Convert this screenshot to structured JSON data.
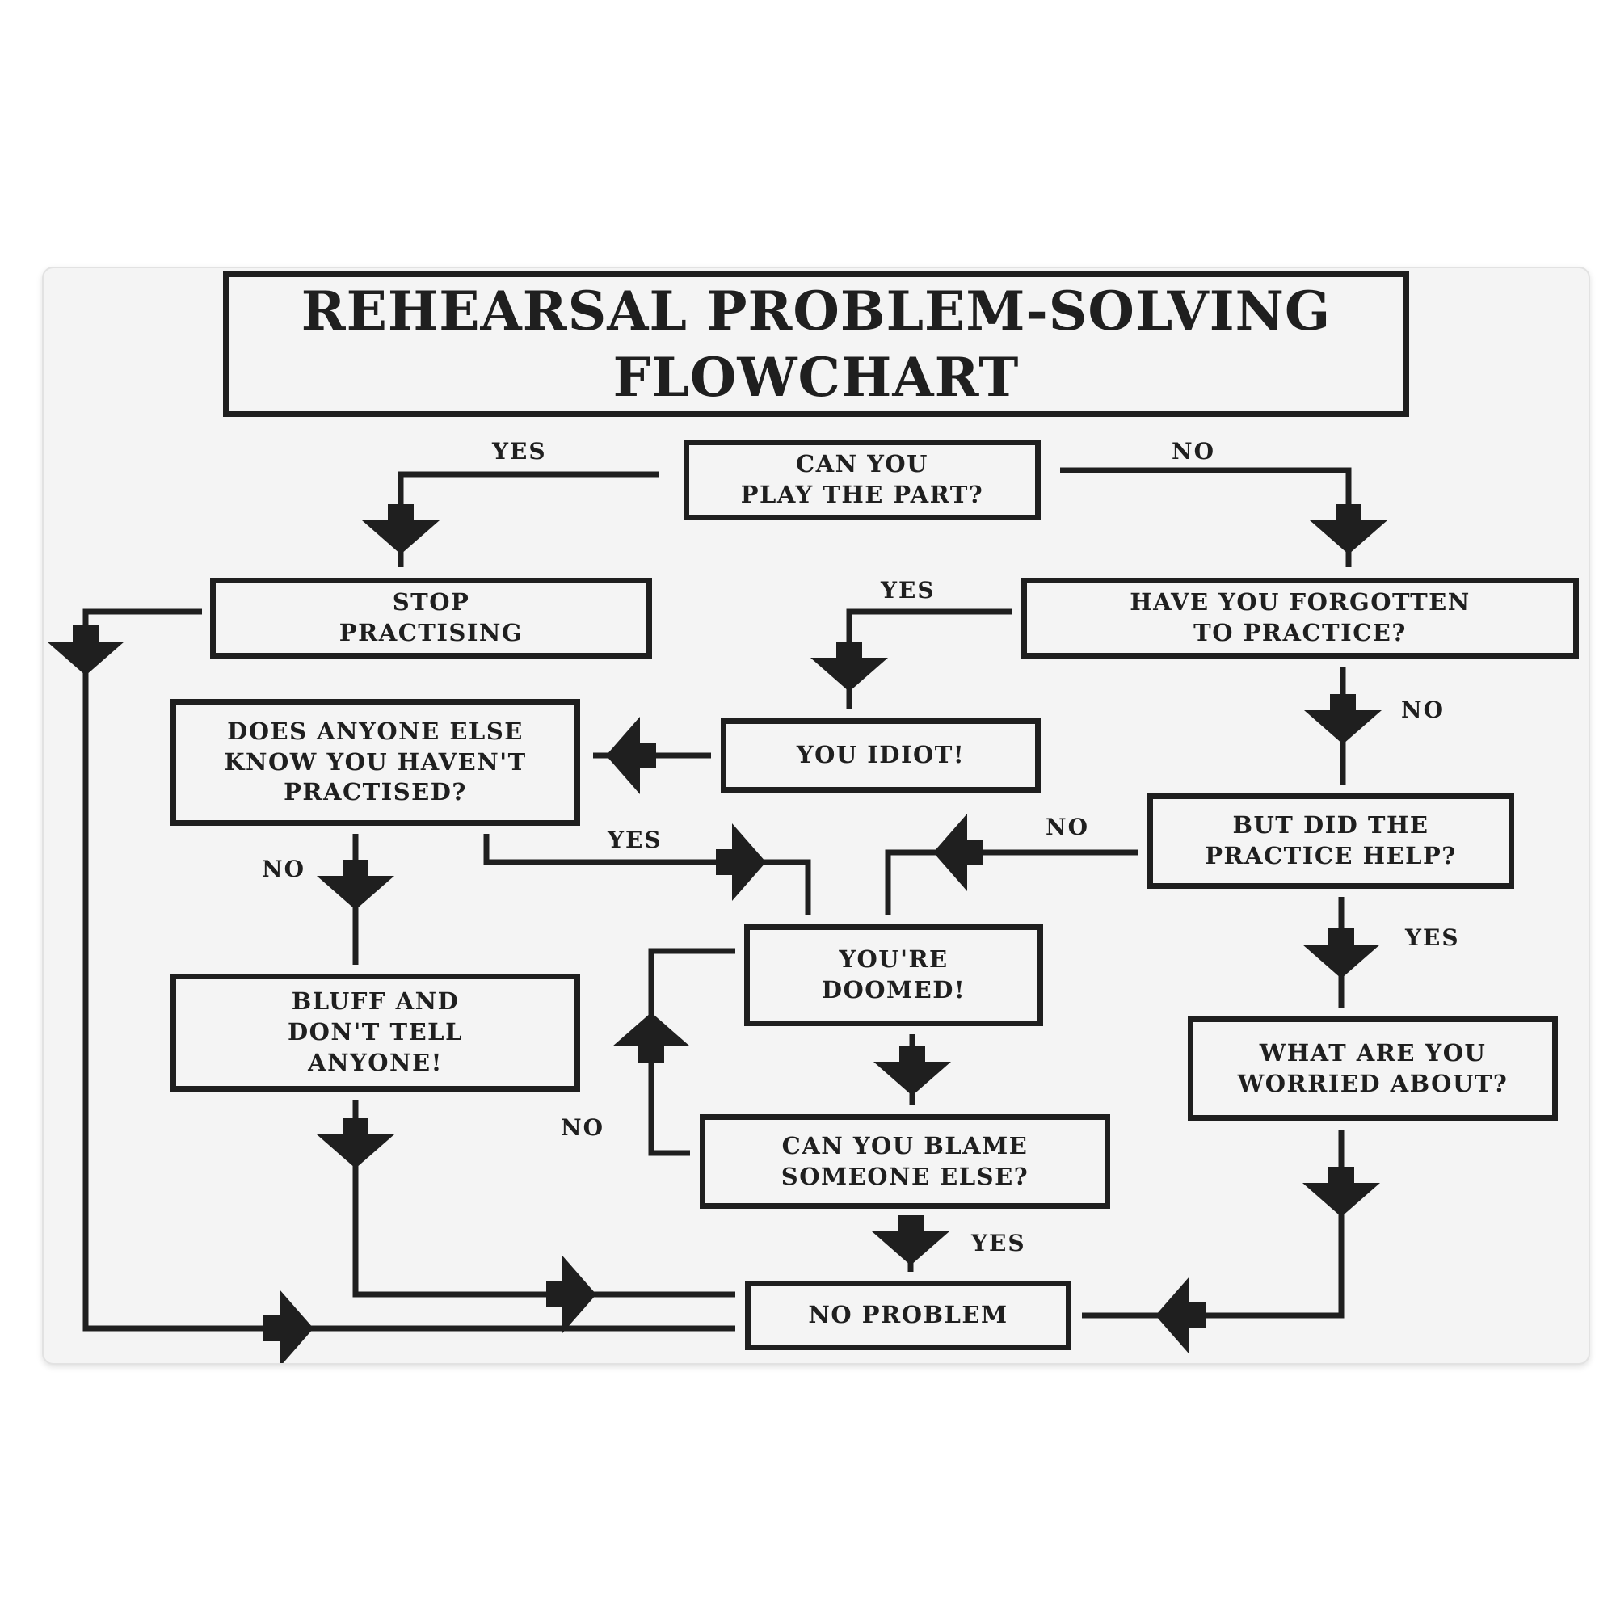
{
  "title": "REHEARSAL PROBLEM-SOLVING\nFLOWCHART",
  "nodes": {
    "can_you_play": "CAN YOU\nPLAY THE PART?",
    "stop_practising": "STOP\nPRACTISING",
    "have_you_forgotten": "HAVE YOU FORGOTTEN\nTO PRACTICE?",
    "you_idiot": "YOU IDIOT!",
    "does_anyone_else_know": "DOES ANYONE ELSE\nKNOW YOU HAVEN'T\nPRACTISED?",
    "but_did_practice_help": "BUT DID THE\nPRACTICE HELP?",
    "youre_doomed": "YOU'RE\nDOOMED!",
    "bluff": "BLUFF AND\nDON'T TELL\nANYONE!",
    "what_worried": "WHAT ARE YOU\nWORRIED ABOUT?",
    "can_you_blame": "CAN YOU BLAME\nSOMEONE ELSE?",
    "no_problem": "NO PROBLEM"
  },
  "labels": {
    "play_yes": "YES",
    "play_no": "NO",
    "forgotten_yes": "YES",
    "forgotten_no": "NO",
    "help_no": "NO",
    "help_yes": "YES",
    "anyone_yes": "YES",
    "anyone_no": "NO",
    "blame_no": "NO",
    "blame_yes": "YES"
  },
  "colors": {
    "ink": "#1f1f1f",
    "board": "#f4f4f4",
    "page": "#ffffff"
  }
}
